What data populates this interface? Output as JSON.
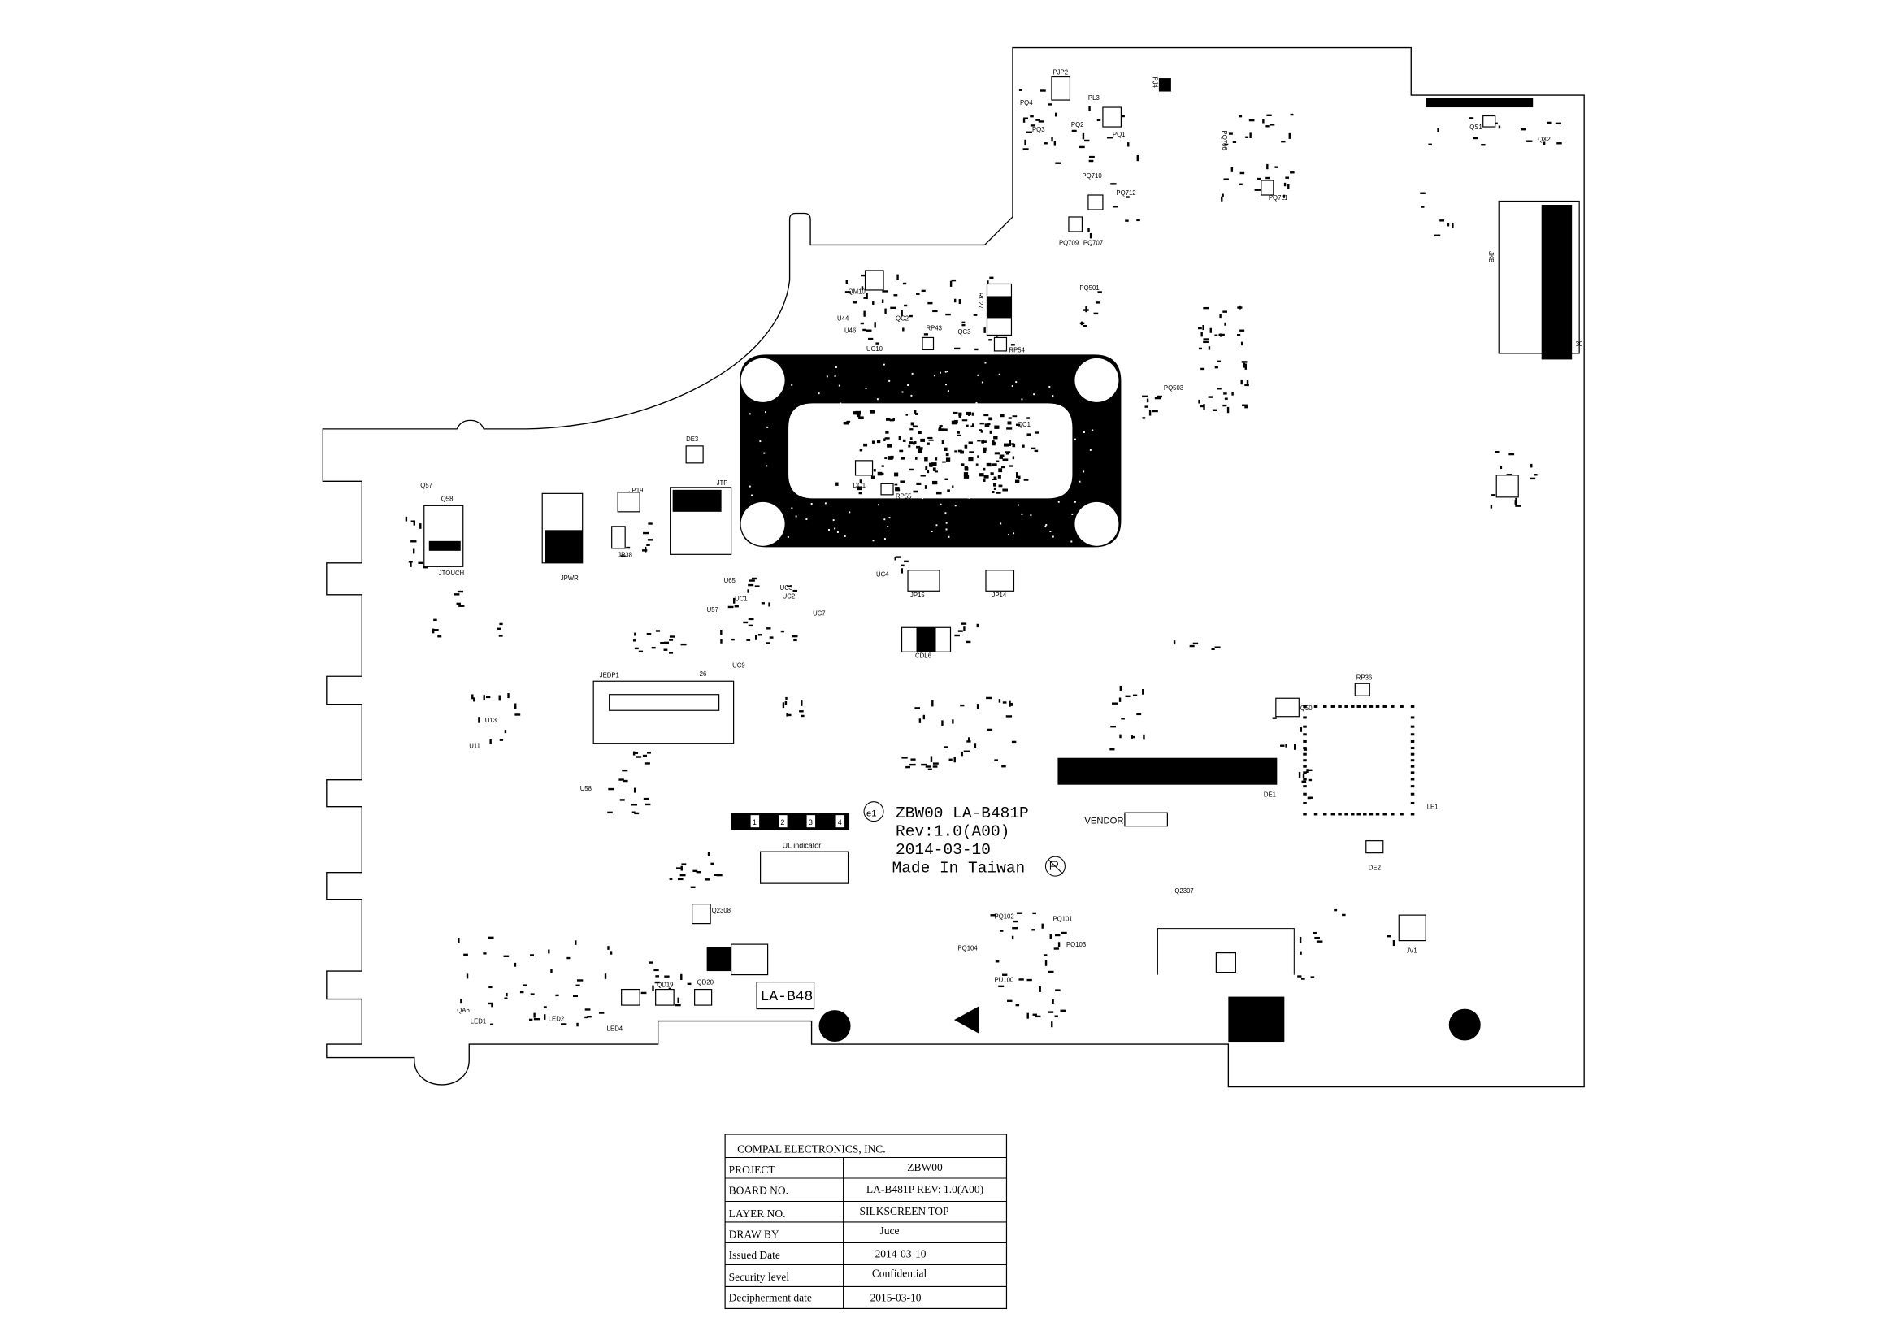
{
  "board_marking": {
    "e_mark": "e1",
    "project_line": "ZBW00 LA-B481P",
    "revision": "Rev:1.0(A00)",
    "date": "2014-03-10",
    "origin": "Made In Taiwan",
    "vendor_label": "VENDOR:",
    "indicator_label": "UL indicator",
    "indicator_slots": [
      "1",
      "2",
      "3",
      "4"
    ],
    "board_tag": "LA-B48"
  },
  "ref_designators": [
    "PJP2",
    "PQ4",
    "PJ4",
    "PL3",
    "PQ2",
    "PQ1",
    "PQ3",
    "PQ710",
    "PQ712",
    "PQ709",
    "PQ707",
    "PQ711",
    "PQ706",
    "QS1",
    "QX2",
    "JKB",
    "30",
    "QM10",
    "U44",
    "U46",
    "QC2",
    "RP43",
    "UC10",
    "QC3",
    "RP54",
    "RC27",
    "PQ501",
    "PQ503",
    "QC1",
    "DC1",
    "RP55",
    "UC4",
    "JP15",
    "JP14",
    "CDL6",
    "DE3",
    "JTP",
    "JP19",
    "JP38",
    "Q57",
    "Q58",
    "JTOUCH",
    "JPWR",
    "U65",
    "UC3",
    "UC1",
    "UC2",
    "U57",
    "UC7",
    "UC9",
    "JEDP1",
    "26",
    "U13",
    "U11",
    "U58",
    "RP36",
    "Q50",
    "DE1",
    "LE1",
    "DE2",
    "JV1",
    "Q2307",
    "Q2308",
    "PQ102",
    "PQ101",
    "PQ104",
    "PQ103",
    "PU100",
    "QD19",
    "QD20",
    "LED1",
    "LED2",
    "LED4",
    "QA6"
  ],
  "title_block": {
    "company": "COMPAL ELECTRONICS, INC.",
    "rows": [
      {
        "label": "PROJECT",
        "value": "ZBW00"
      },
      {
        "label": "BOARD NO.",
        "value": "LA-B481P REV: 1.0(A00)"
      },
      {
        "label": "LAYER NO.",
        "value": "SILKSCREEN TOP"
      },
      {
        "label": "DRAW BY",
        "value": "Juce"
      },
      {
        "label": "Issued Date",
        "value": "2014-03-10"
      },
      {
        "label": "Security level",
        "value": "Confidential"
      },
      {
        "label": "Decipherment date",
        "value": "2015-03-10"
      }
    ]
  },
  "colors": {
    "ink": "#000000",
    "paper": "#ffffff"
  },
  "icons": [
    "e1-mark-icon",
    "pb-free-icon",
    "pin1-triangle-icon",
    "mounting-hole-icon"
  ]
}
